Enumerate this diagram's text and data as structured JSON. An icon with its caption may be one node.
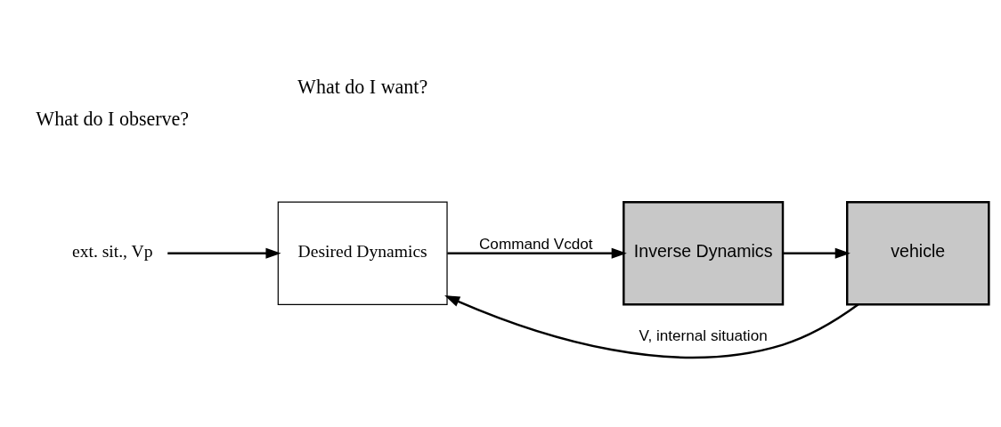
{
  "diagram": {
    "nodes": [
      {
        "text": [
          "ext. sit., Vp"
        ]
      },
      {
        "text": [
          "Desired Dynamics"
        ]
      },
      {
        "text": [
          "Inverse Dynamics"
        ]
      },
      {
        "text": [
          "vehicle"
        ]
      }
    ],
    "edges": [
      {
        "from": 0,
        "to": 1,
        "arrow": "to"
      },
      {
        "from": 1,
        "to": 2,
        "arrow": "to",
        "label": "Command Vcdot"
      },
      {
        "from": 2,
        "to": 3,
        "arrow": "to"
      },
      {
        "from": 3,
        "to": 1,
        "arrow": "to",
        "label": "V, internal situation"
      }
    ],
    "labels": [
      "What do I observe?",
      "What do I want?"
    ]
  }
}
